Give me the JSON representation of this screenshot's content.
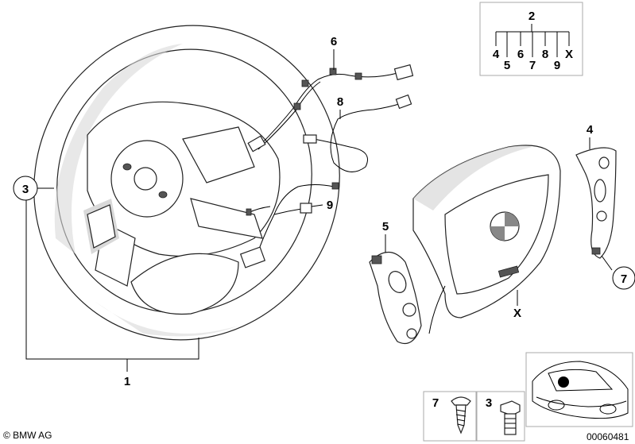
{
  "callouts": {
    "p1": "1",
    "p3": "3",
    "p4": "4",
    "p5": "5",
    "p6": "6",
    "p7": "7",
    "p8": "8",
    "p9": "9",
    "px": "X"
  },
  "legend_box": {
    "top": "2",
    "row1": [
      "4",
      "6",
      "8",
      "X"
    ],
    "row2": [
      "5",
      "7",
      "9"
    ]
  },
  "fastener_boxes": {
    "screw_label": "7",
    "bolt_label": "3"
  },
  "footer": {
    "copyright": "© BMW AG",
    "drawing_number": "00060481"
  }
}
